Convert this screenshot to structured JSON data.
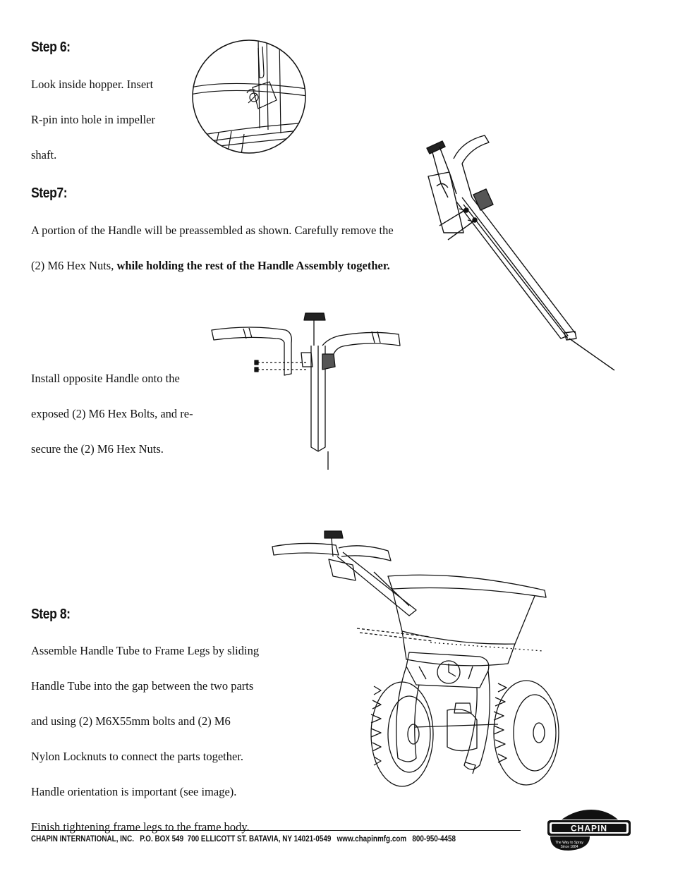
{
  "steps": {
    "step6": {
      "heading": "Step 6:",
      "lines": [
        "Look inside hopper. Insert",
        "R-pin into hole in impeller",
        "shaft."
      ]
    },
    "step7": {
      "heading": "Step7:",
      "line1": "A portion of the Handle will be preassembled as shown.  Carefully remove the",
      "line2_regular": "(2) M6 Hex Nuts, ",
      "line2_bold": "while holding the rest of the Handle Assembly together."
    },
    "step7b": {
      "lines": [
        "Install opposite Handle onto the",
        "exposed (2) M6 Hex Bolts, and re-",
        "secure the (2) M6 Hex Nuts."
      ]
    },
    "step8": {
      "heading": "Step 8:",
      "lines": [
        "Assemble Handle Tube to Frame Legs by sliding",
        "Handle Tube into the gap between the two parts",
        "and using (2) M6X55mm bolts and (2) M6",
        "Nylon Locknuts to connect the parts together.",
        "Handle orientation is important (see image).",
        "Finish tightening frame legs to the frame body."
      ]
    }
  },
  "footer": {
    "text": "CHAPIN INTERNATIONAL, INC.   P.O. BOX 549  700 ELLICOTT ST. BATAVIA, NY 14021-0549   www.chapinmfg.com   800-950-4458"
  },
  "logo": {
    "brand": "CHAPIN",
    "tagline_1": "The Way to Spray",
    "tagline_2": "Since 1884"
  }
}
